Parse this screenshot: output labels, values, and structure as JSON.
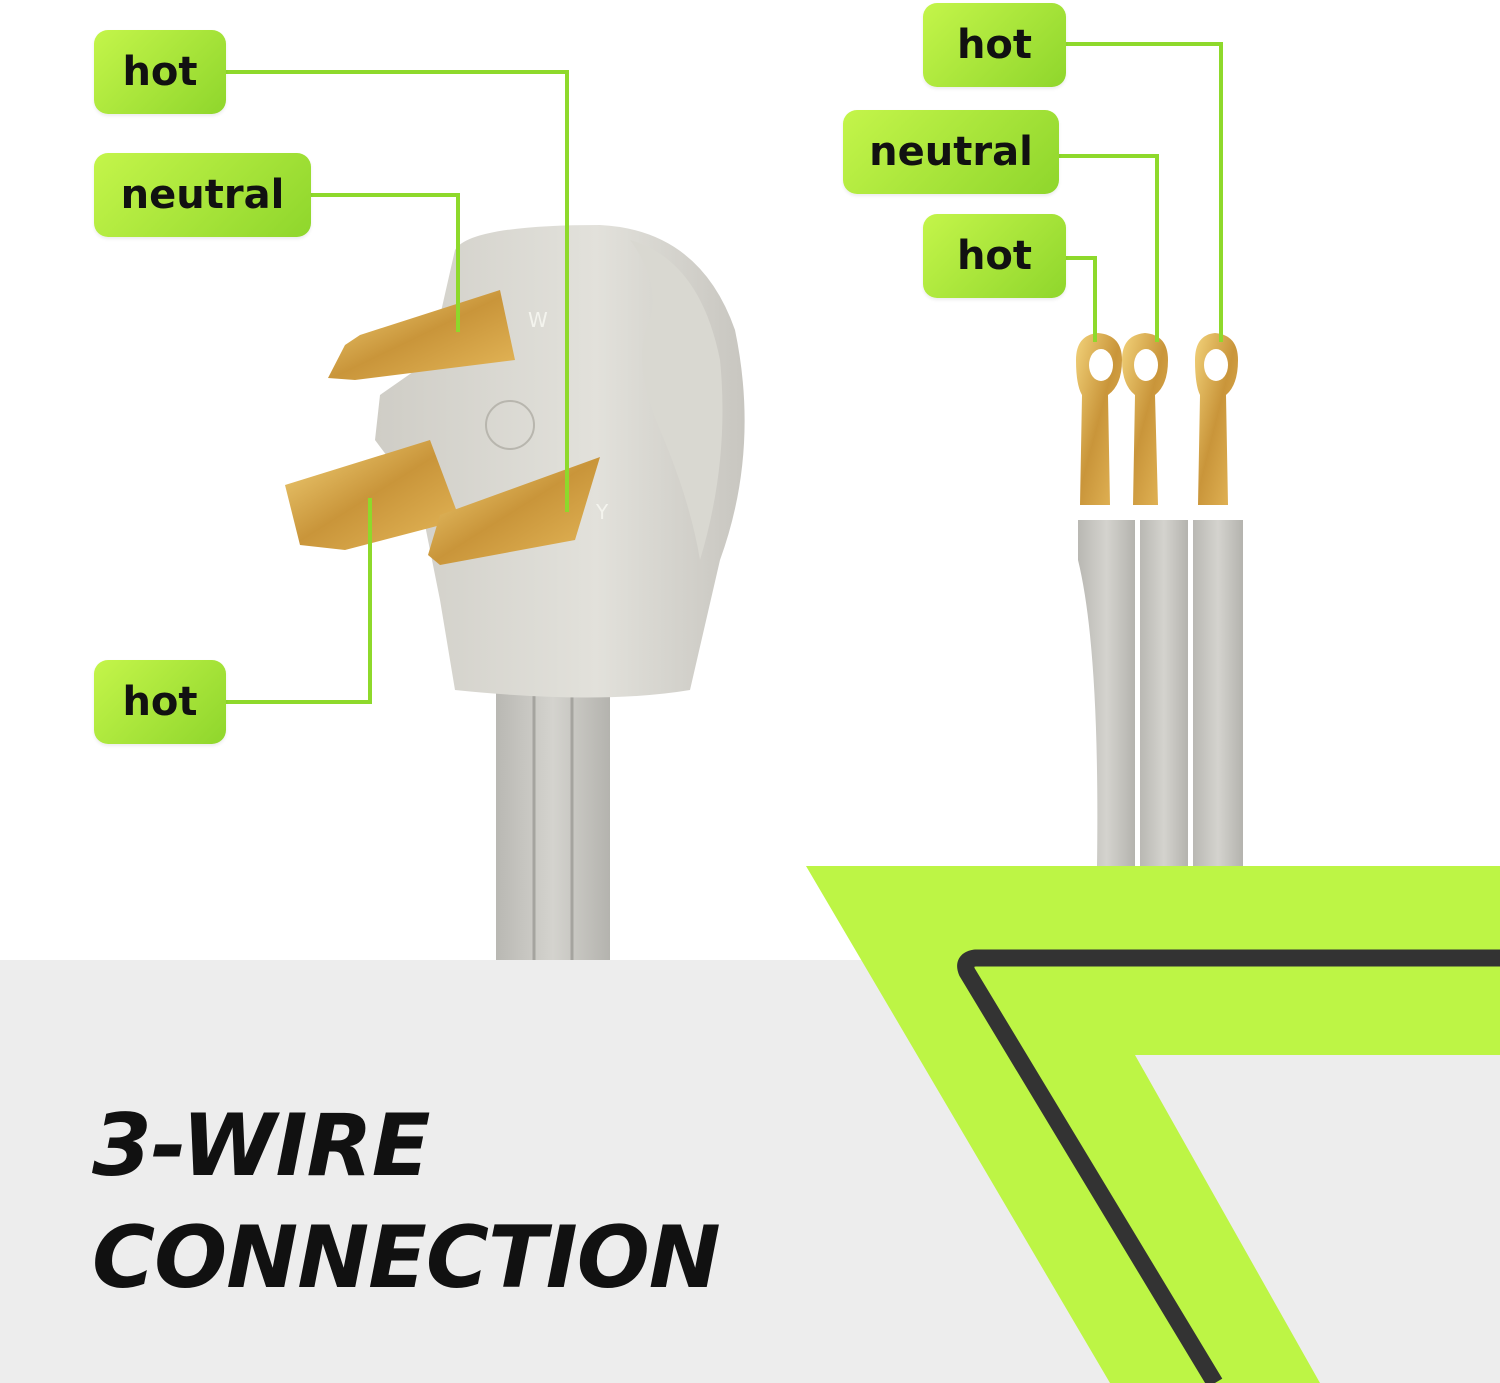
{
  "plug_labels": {
    "top_hot": "hot",
    "neutral": "neutral",
    "bottom_hot": "hot"
  },
  "terminal_labels": {
    "top_hot": "hot",
    "neutral": "neutral",
    "bottom_hot": "hot"
  },
  "plug_markings": {
    "w": "W",
    "y": "Y"
  },
  "headline": {
    "line1": "3-WIRE",
    "line2": "CONNECTION"
  },
  "colors": {
    "accent": "#bdf545",
    "line": "#8ed92b",
    "panel": "#ededed",
    "dark": "#333333"
  }
}
